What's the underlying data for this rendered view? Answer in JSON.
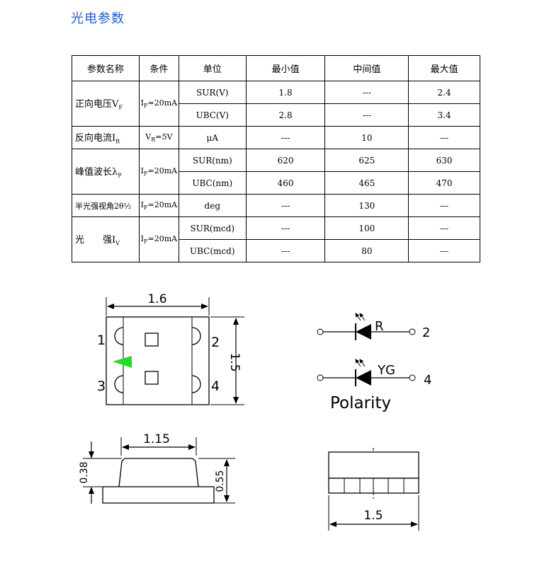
{
  "title": "光电参数",
  "table": {
    "headers": [
      "参数名称",
      "条件",
      "单位",
      "最小值",
      "中间值",
      "最大值"
    ],
    "rows": [
      {
        "name": "正向电压",
        "sym": "V",
        "sub": "F",
        "cond": "I",
        "cond_sub": "F",
        "cond_rest": "=20mA",
        "subrows": [
          {
            "unit": "SUR(V)",
            "min": "1.8",
            "typ": "---",
            "max": "2.4"
          },
          {
            "unit": "UBC(V)",
            "min": "2.8",
            "typ": "---",
            "max": "3.4"
          }
        ]
      },
      {
        "name": "反向电流",
        "sym": "I",
        "sub": "R",
        "cond": "V",
        "cond_sub": "R",
        "cond_rest": "=5V",
        "subrows": [
          {
            "unit": "μA",
            "min": "---",
            "typ": "10",
            "max": "---"
          }
        ]
      },
      {
        "name": "峰值波长",
        "sym": "λ",
        "sub": "P",
        "cond": "I",
        "cond_sub": "F",
        "cond_rest": "=20mA",
        "subrows": [
          {
            "unit": "SUR(nm)",
            "min": "620",
            "typ": "625",
            "max": "630"
          },
          {
            "unit": "UBC(nm)",
            "min": "460",
            "typ": "465",
            "max": "470"
          }
        ]
      },
      {
        "name": "半光强视角2θ½",
        "sym": "",
        "sub": "",
        "cond": "I",
        "cond_sub": "F",
        "cond_rest": "=20mA",
        "subrows": [
          {
            "unit": "deg",
            "min": "---",
            "typ": "130",
            "max": "---"
          }
        ]
      },
      {
        "name": "光　　强",
        "sym": "I",
        "sub": "V",
        "cond": "I",
        "cond_sub": "F",
        "cond_rest": "=20mA",
        "subrows": [
          {
            "unit": "SUR(mcd)",
            "min": "---",
            "typ": "100",
            "max": "---"
          },
          {
            "unit": "UBC(mcd)",
            "min": "---",
            "typ": "80",
            "max": "---"
          }
        ]
      }
    ]
  },
  "top_view": {
    "width_dim": "1.6",
    "height_dim": "1.5",
    "pins": [
      "1",
      "2",
      "3",
      "4"
    ],
    "cathode_mark_color": "#22dd22"
  },
  "polarity": {
    "label": "Polarity",
    "led1_name": "R",
    "led1_pin": "2",
    "led2_name": "YG",
    "led2_pin": "4"
  },
  "side_view": {
    "lens_dim": "1.15",
    "lens_height_dim": "0.38",
    "total_height_dim": "0.55"
  },
  "end_view": {
    "width_dim": "1.5"
  }
}
